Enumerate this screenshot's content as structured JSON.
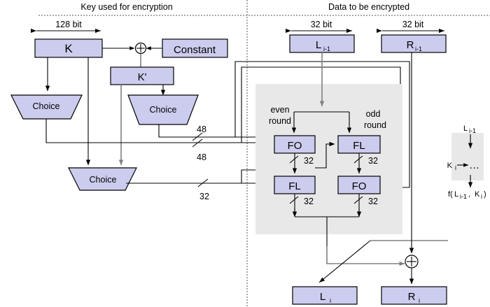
{
  "diagram": {
    "title_left": "Key used for encryption",
    "title_right": "Data to be encrypted",
    "key_side": {
      "width_label": "128 bit",
      "key_box": "K",
      "kprime_box": "K'",
      "constant_box": "Constant",
      "xor_symbol": "⊕",
      "choice_boxes": [
        {
          "label": "Choice"
        },
        {
          "label": "Choice"
        },
        {
          "label": "Choice"
        }
      ],
      "bus_labels": [
        {
          "value": "48"
        },
        {
          "value": "48"
        },
        {
          "value": "32"
        }
      ]
    },
    "data_side": {
      "width_label_left": "32 bit",
      "width_label_right": "32 bit",
      "input_left": {
        "base": "L",
        "sub": "i-1"
      },
      "input_right": {
        "base": "R",
        "sub": "i-1"
      },
      "output_left": {
        "base": "L",
        "sub": "i"
      },
      "output_right": {
        "base": "R",
        "sub": "i"
      },
      "round_label_even_1": "even",
      "round_label_even_2": "round",
      "round_label_odd_1": "odd",
      "round_label_odd_2": "round",
      "function_blocks": [
        {
          "label": "FO",
          "position": "top-left"
        },
        {
          "label": "FL",
          "position": "top-right"
        },
        {
          "label": "FL",
          "position": "bottom-left"
        },
        {
          "label": "FO",
          "position": "bottom-right"
        }
      ],
      "bus_labels": [
        {
          "value": "32"
        },
        {
          "value": "32"
        },
        {
          "value": "32"
        },
        {
          "value": "32"
        }
      ],
      "xor_symbol": "⊕"
    },
    "legend": {
      "input": {
        "base": "L",
        "sub": "i-1"
      },
      "key": {
        "base": "K",
        "sub": "i"
      },
      "body": "…",
      "output_prefix": "f(",
      "output_l": "L",
      "output_l_sub": "i-1",
      "output_sep": ", ",
      "output_k": "K",
      "output_k_sub": "i",
      "output_suffix": ")"
    },
    "colors": {
      "box_fill": "#ccccee",
      "box_stroke": "#000000",
      "gray_panel": "#e8e8e8",
      "gray_wire": "#808080",
      "black_wire": "#000000",
      "background": "#ffffff"
    }
  }
}
